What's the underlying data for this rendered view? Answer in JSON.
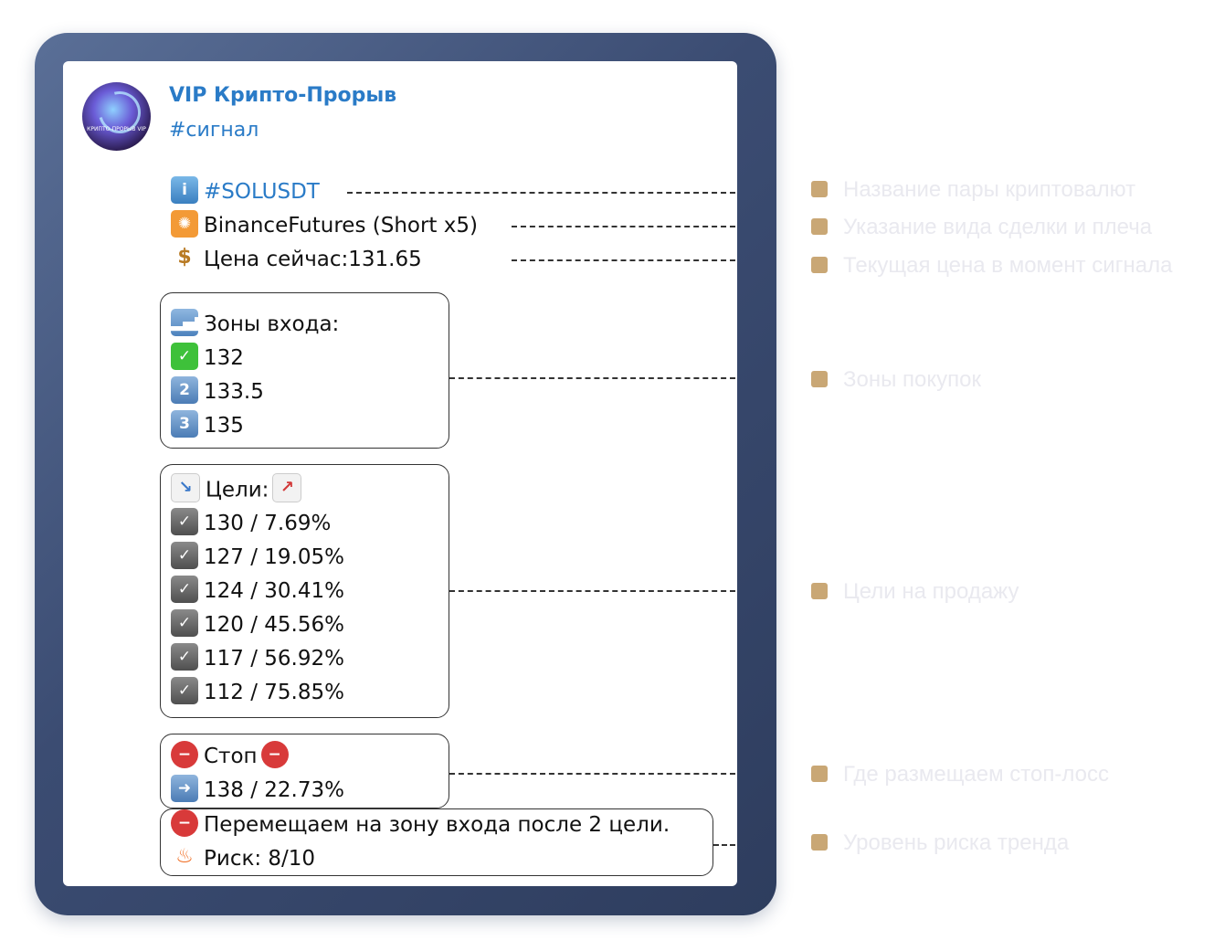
{
  "channel": {
    "name": "VIP Крипто-Прорыв",
    "hashtag": "#сигнал",
    "avatar_text": "КРИПТО-ПРОРЫВ VIP"
  },
  "signal": {
    "pair": "#SOLUSDT",
    "exchange": "BinanceFutures (Short x5)",
    "price": "Цена сейчас:131.65",
    "zones_title": "Зоны входа:",
    "zones": [
      "132",
      "133.5",
      "135"
    ],
    "zone_icons": [
      "✓",
      "2",
      "3"
    ],
    "targets_title": "Цели:",
    "targets": [
      "130 / 7.69%",
      "127 / 19.05%",
      "124 / 30.41%",
      "120 / 45.56%",
      "117 / 56.92%",
      "112 / 75.85%"
    ],
    "stop_title": "Стоп",
    "stop_value": "138 / 22.73%",
    "move_note": "Перемещаем на зону входа после 2 цели.",
    "risk": "Риск: 8/10"
  },
  "legend": [
    "Название пары криптовалют",
    "Указание вида сделки и плеча",
    "Текущая цена в момент сигнала",
    "Зоны покупок",
    "Цели на продажу",
    "Где размещаем стоп-лосс",
    "Уровень риска тренда"
  ],
  "colors": {
    "link": "#2a7bc7",
    "legend_marker": "#c9a775",
    "legend_text": "#e9e9ef",
    "frame": "#3b4c72"
  },
  "icons": [
    "info-icon",
    "sun-icon",
    "money-bag-icon",
    "signal-bars-icon",
    "check-mark-icon",
    "keycap-2-icon",
    "keycap-3-icon",
    "chart-decreasing-icon",
    "chart-increasing-icon",
    "check-box-icon",
    "no-entry-icon",
    "right-arrow-icon",
    "fire-icon"
  ]
}
